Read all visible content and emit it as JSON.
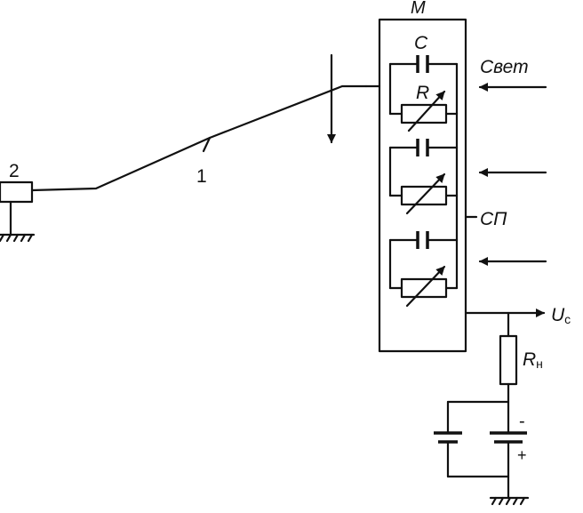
{
  "labels": {
    "module": "М",
    "capacitor": "С",
    "resistor": "R",
    "light": "Свет",
    "photocell_chain": "СП",
    "output_voltage_main": "U",
    "output_voltage_sub": "c",
    "load_main": "R",
    "load_sub": "н",
    "fiber_number": "1",
    "source_number": "2",
    "minus": "-",
    "plus": "+"
  }
}
